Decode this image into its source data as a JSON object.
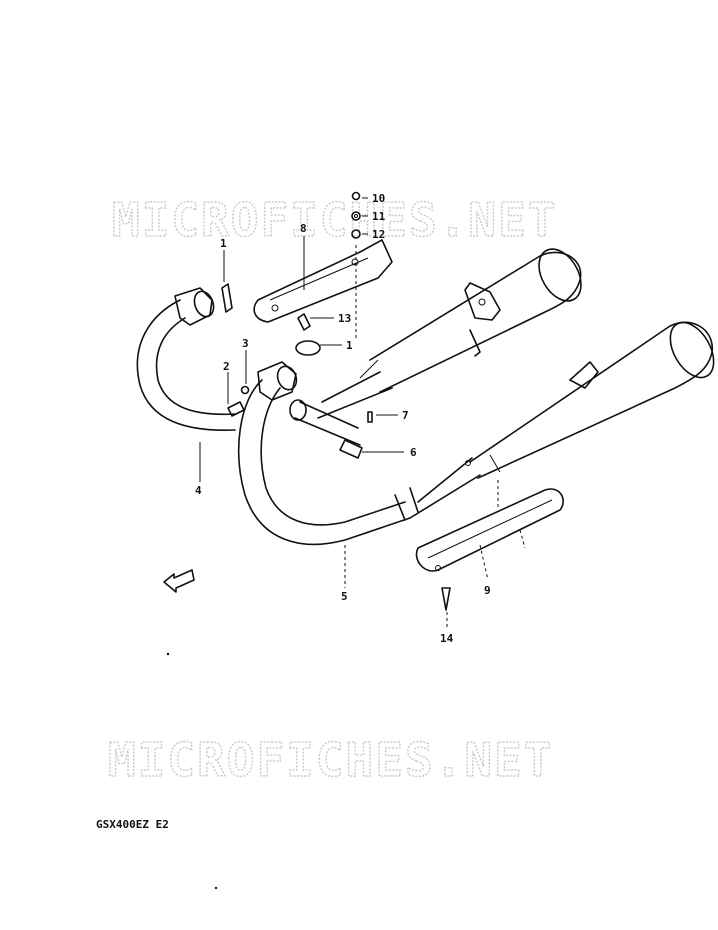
{
  "watermark": {
    "top_text": "MICROFICHES.NET",
    "bottom_text": "MICROFICHES.NET"
  },
  "model_code": "GSX400EZ E2",
  "fwd_arrow_label": "FWD",
  "callouts": {
    "c1_top": "1",
    "c1_mid": "1",
    "c2": "2",
    "c3": "3",
    "c4": "4",
    "c5": "5",
    "c6": "6",
    "c7": "7",
    "c8": "8",
    "c9": "9",
    "c10": "10",
    "c11": "11",
    "c12": "12",
    "c13": "13",
    "c14": "14"
  },
  "colors": {
    "ink": "#111111",
    "watermark": "#c9c9c9",
    "background": "#ffffff"
  }
}
